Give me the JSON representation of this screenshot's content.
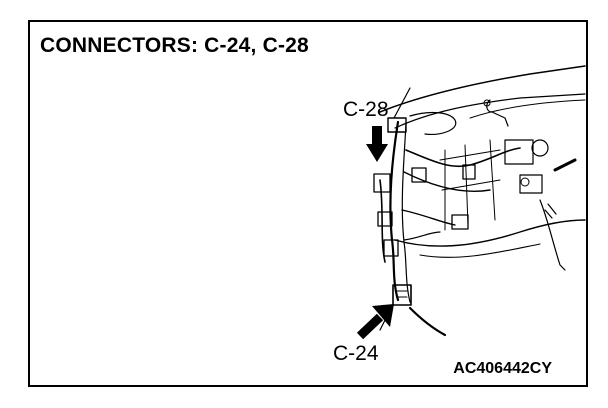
{
  "diagram": {
    "title": "CONNECTORS: C-24, C-28",
    "callouts": [
      {
        "id": "c28",
        "label": "C-28"
      },
      {
        "id": "c24",
        "label": "C-24"
      }
    ],
    "figure_code": "AC406442CY",
    "icons": [
      "arrow-down-icon",
      "arrow-up-right-icon"
    ]
  }
}
